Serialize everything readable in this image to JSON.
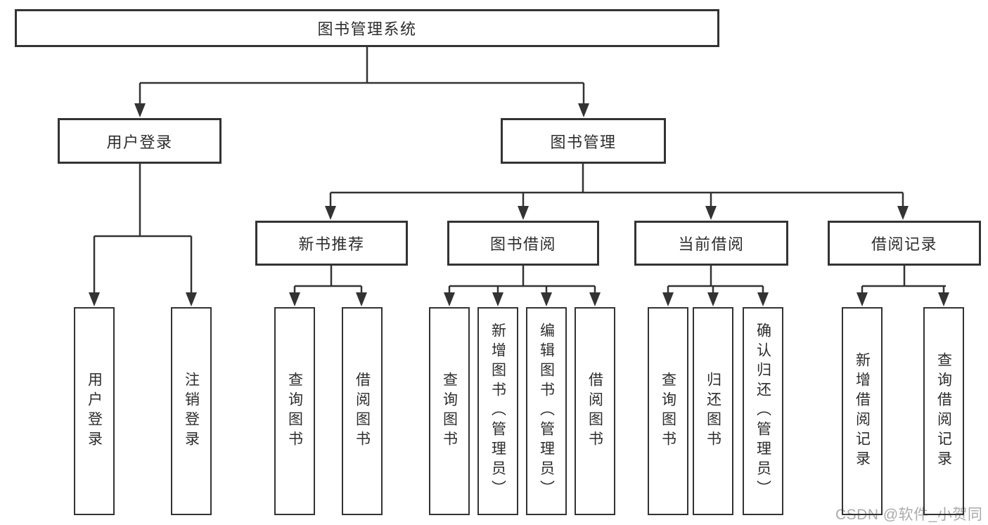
{
  "diagram": {
    "title": "图书管理系统",
    "root": {
      "label": "图书管理系统"
    },
    "branches": [
      {
        "label": "用户登录",
        "leaves": [
          {
            "label": "用户登录"
          },
          {
            "label": "注销登录"
          }
        ]
      },
      {
        "label": "图书管理",
        "sections": [
          {
            "label": "新书推荐",
            "leaves": [
              {
                "label": "查询图书"
              },
              {
                "label": "借阅图书"
              }
            ]
          },
          {
            "label": "图书借阅",
            "leaves": [
              {
                "label": "查询图书"
              },
              {
                "label": "新增图书（管理员）"
              },
              {
                "label": "编辑图书（管理员）"
              },
              {
                "label": "借阅图书"
              }
            ]
          },
          {
            "label": "当前借阅",
            "leaves": [
              {
                "label": "查询图书"
              },
              {
                "label": "归还图书"
              },
              {
                "label": "确认归还（管理员）"
              }
            ]
          },
          {
            "label": "借阅记录",
            "leaves": [
              {
                "label": "新增借阅记录"
              },
              {
                "label": "查询借阅记录"
              }
            ]
          }
        ]
      }
    ]
  },
  "watermark": {
    "text": "CSDN @软件_小贺同学"
  },
  "colors": {
    "line": "#333333",
    "text": "#2d2d2d",
    "watermark": "#aaaaaa",
    "background": "#ffffff"
  }
}
